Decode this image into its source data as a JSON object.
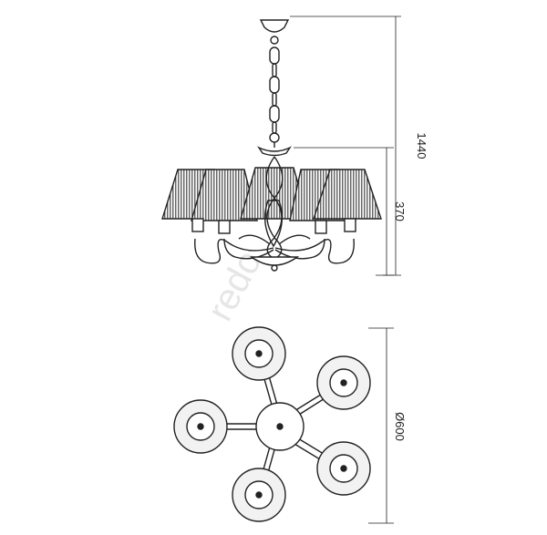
{
  "dimensions": {
    "total_height": "1440",
    "body_height": "370",
    "diameter": "Ø600"
  },
  "watermark": "redo",
  "colors": {
    "line": "#222222",
    "shade_stripe": "#333333",
    "shade_fill": "#ffffff",
    "cup_fill": "#f2f2f2",
    "watermark": "#e6e6e6"
  }
}
